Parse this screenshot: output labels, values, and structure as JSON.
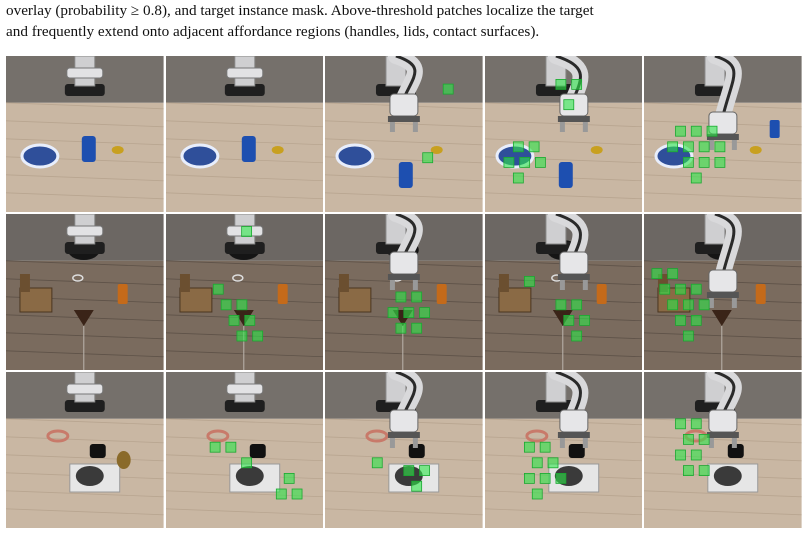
{
  "caption": {
    "line1": "overlay (probability ≥ 0.8), and target instance mask. Above-threshold patches localize the target",
    "line2": "and frequently extend onto adjacent affordance regions (handles, lids, contact surfaces)."
  },
  "figure": {
    "rows": [
      {
        "scene": "plate-car-coin",
        "frames": [
          {
            "arm": "far",
            "patches": []
          },
          {
            "arm": "far",
            "patches": []
          },
          {
            "arm": "near",
            "patches": [
              [
                0.75,
                0.18
              ],
              [
                0.62,
                0.62
              ]
            ]
          },
          {
            "arm": "near",
            "patches": [
              [
                0.45,
                0.15
              ],
              [
                0.55,
                0.15
              ],
              [
                0.5,
                0.28
              ],
              [
                0.18,
                0.55
              ],
              [
                0.28,
                0.55
              ],
              [
                0.12,
                0.65
              ],
              [
                0.22,
                0.65
              ],
              [
                0.32,
                0.65
              ],
              [
                0.18,
                0.75
              ]
            ]
          },
          {
            "arm": "low",
            "patches": [
              [
                0.2,
                0.45
              ],
              [
                0.3,
                0.45
              ],
              [
                0.4,
                0.45
              ],
              [
                0.15,
                0.55
              ],
              [
                0.25,
                0.55
              ],
              [
                0.35,
                0.55
              ],
              [
                0.45,
                0.55
              ],
              [
                0.25,
                0.65
              ],
              [
                0.35,
                0.65
              ],
              [
                0.45,
                0.65
              ],
              [
                0.3,
                0.75
              ]
            ]
          }
        ]
      },
      {
        "scene": "box-pot-jar",
        "frames": [
          {
            "arm": "far",
            "patches": []
          },
          {
            "arm": "far",
            "patches": [
              [
                0.48,
                0.08
              ],
              [
                0.35,
                0.55
              ],
              [
                0.45,
                0.55
              ],
              [
                0.4,
                0.65
              ],
              [
                0.5,
                0.65
              ],
              [
                0.45,
                0.75
              ],
              [
                0.55,
                0.75
              ],
              [
                0.3,
                0.45
              ]
            ]
          },
          {
            "arm": "near",
            "patches": [
              [
                0.45,
                0.5
              ],
              [
                0.55,
                0.5
              ],
              [
                0.4,
                0.6
              ],
              [
                0.5,
                0.6
              ],
              [
                0.6,
                0.6
              ],
              [
                0.45,
                0.7
              ],
              [
                0.55,
                0.7
              ]
            ]
          },
          {
            "arm": "near",
            "patches": [
              [
                0.25,
                0.4
              ],
              [
                0.45,
                0.55
              ],
              [
                0.55,
                0.55
              ],
              [
                0.5,
                0.65
              ],
              [
                0.6,
                0.65
              ],
              [
                0.55,
                0.75
              ]
            ]
          },
          {
            "arm": "low",
            "patches": [
              [
                0.05,
                0.35
              ],
              [
                0.15,
                0.35
              ],
              [
                0.1,
                0.45
              ],
              [
                0.2,
                0.45
              ],
              [
                0.3,
                0.45
              ],
              [
                0.15,
                0.55
              ],
              [
                0.25,
                0.55
              ],
              [
                0.35,
                0.55
              ],
              [
                0.2,
                0.65
              ],
              [
                0.3,
                0.65
              ],
              [
                0.25,
                0.75
              ]
            ]
          }
        ]
      },
      {
        "scene": "stove-pan-ring",
        "frames": [
          {
            "arm": "far",
            "patches": []
          },
          {
            "arm": "far",
            "patches": [
              [
                0.28,
                0.45
              ],
              [
                0.38,
                0.45
              ],
              [
                0.48,
                0.55
              ],
              [
                0.75,
                0.65
              ],
              [
                0.8,
                0.75
              ],
              [
                0.7,
                0.75
              ]
            ]
          },
          {
            "arm": "near",
            "patches": [
              [
                0.3,
                0.55
              ],
              [
                0.5,
                0.6
              ],
              [
                0.6,
                0.6
              ],
              [
                0.55,
                0.7
              ]
            ]
          },
          {
            "arm": "near",
            "patches": [
              [
                0.25,
                0.45
              ],
              [
                0.35,
                0.45
              ],
              [
                0.3,
                0.55
              ],
              [
                0.4,
                0.55
              ],
              [
                0.25,
                0.65
              ],
              [
                0.35,
                0.65
              ],
              [
                0.45,
                0.65
              ],
              [
                0.3,
                0.75
              ]
            ]
          },
          {
            "arm": "near",
            "patches": [
              [
                0.2,
                0.3
              ],
              [
                0.3,
                0.3
              ],
              [
                0.25,
                0.4
              ],
              [
                0.35,
                0.4
              ],
              [
                0.2,
                0.5
              ],
              [
                0.3,
                0.5
              ],
              [
                0.25,
                0.6
              ],
              [
                0.35,
                0.6
              ]
            ]
          }
        ]
      }
    ]
  }
}
